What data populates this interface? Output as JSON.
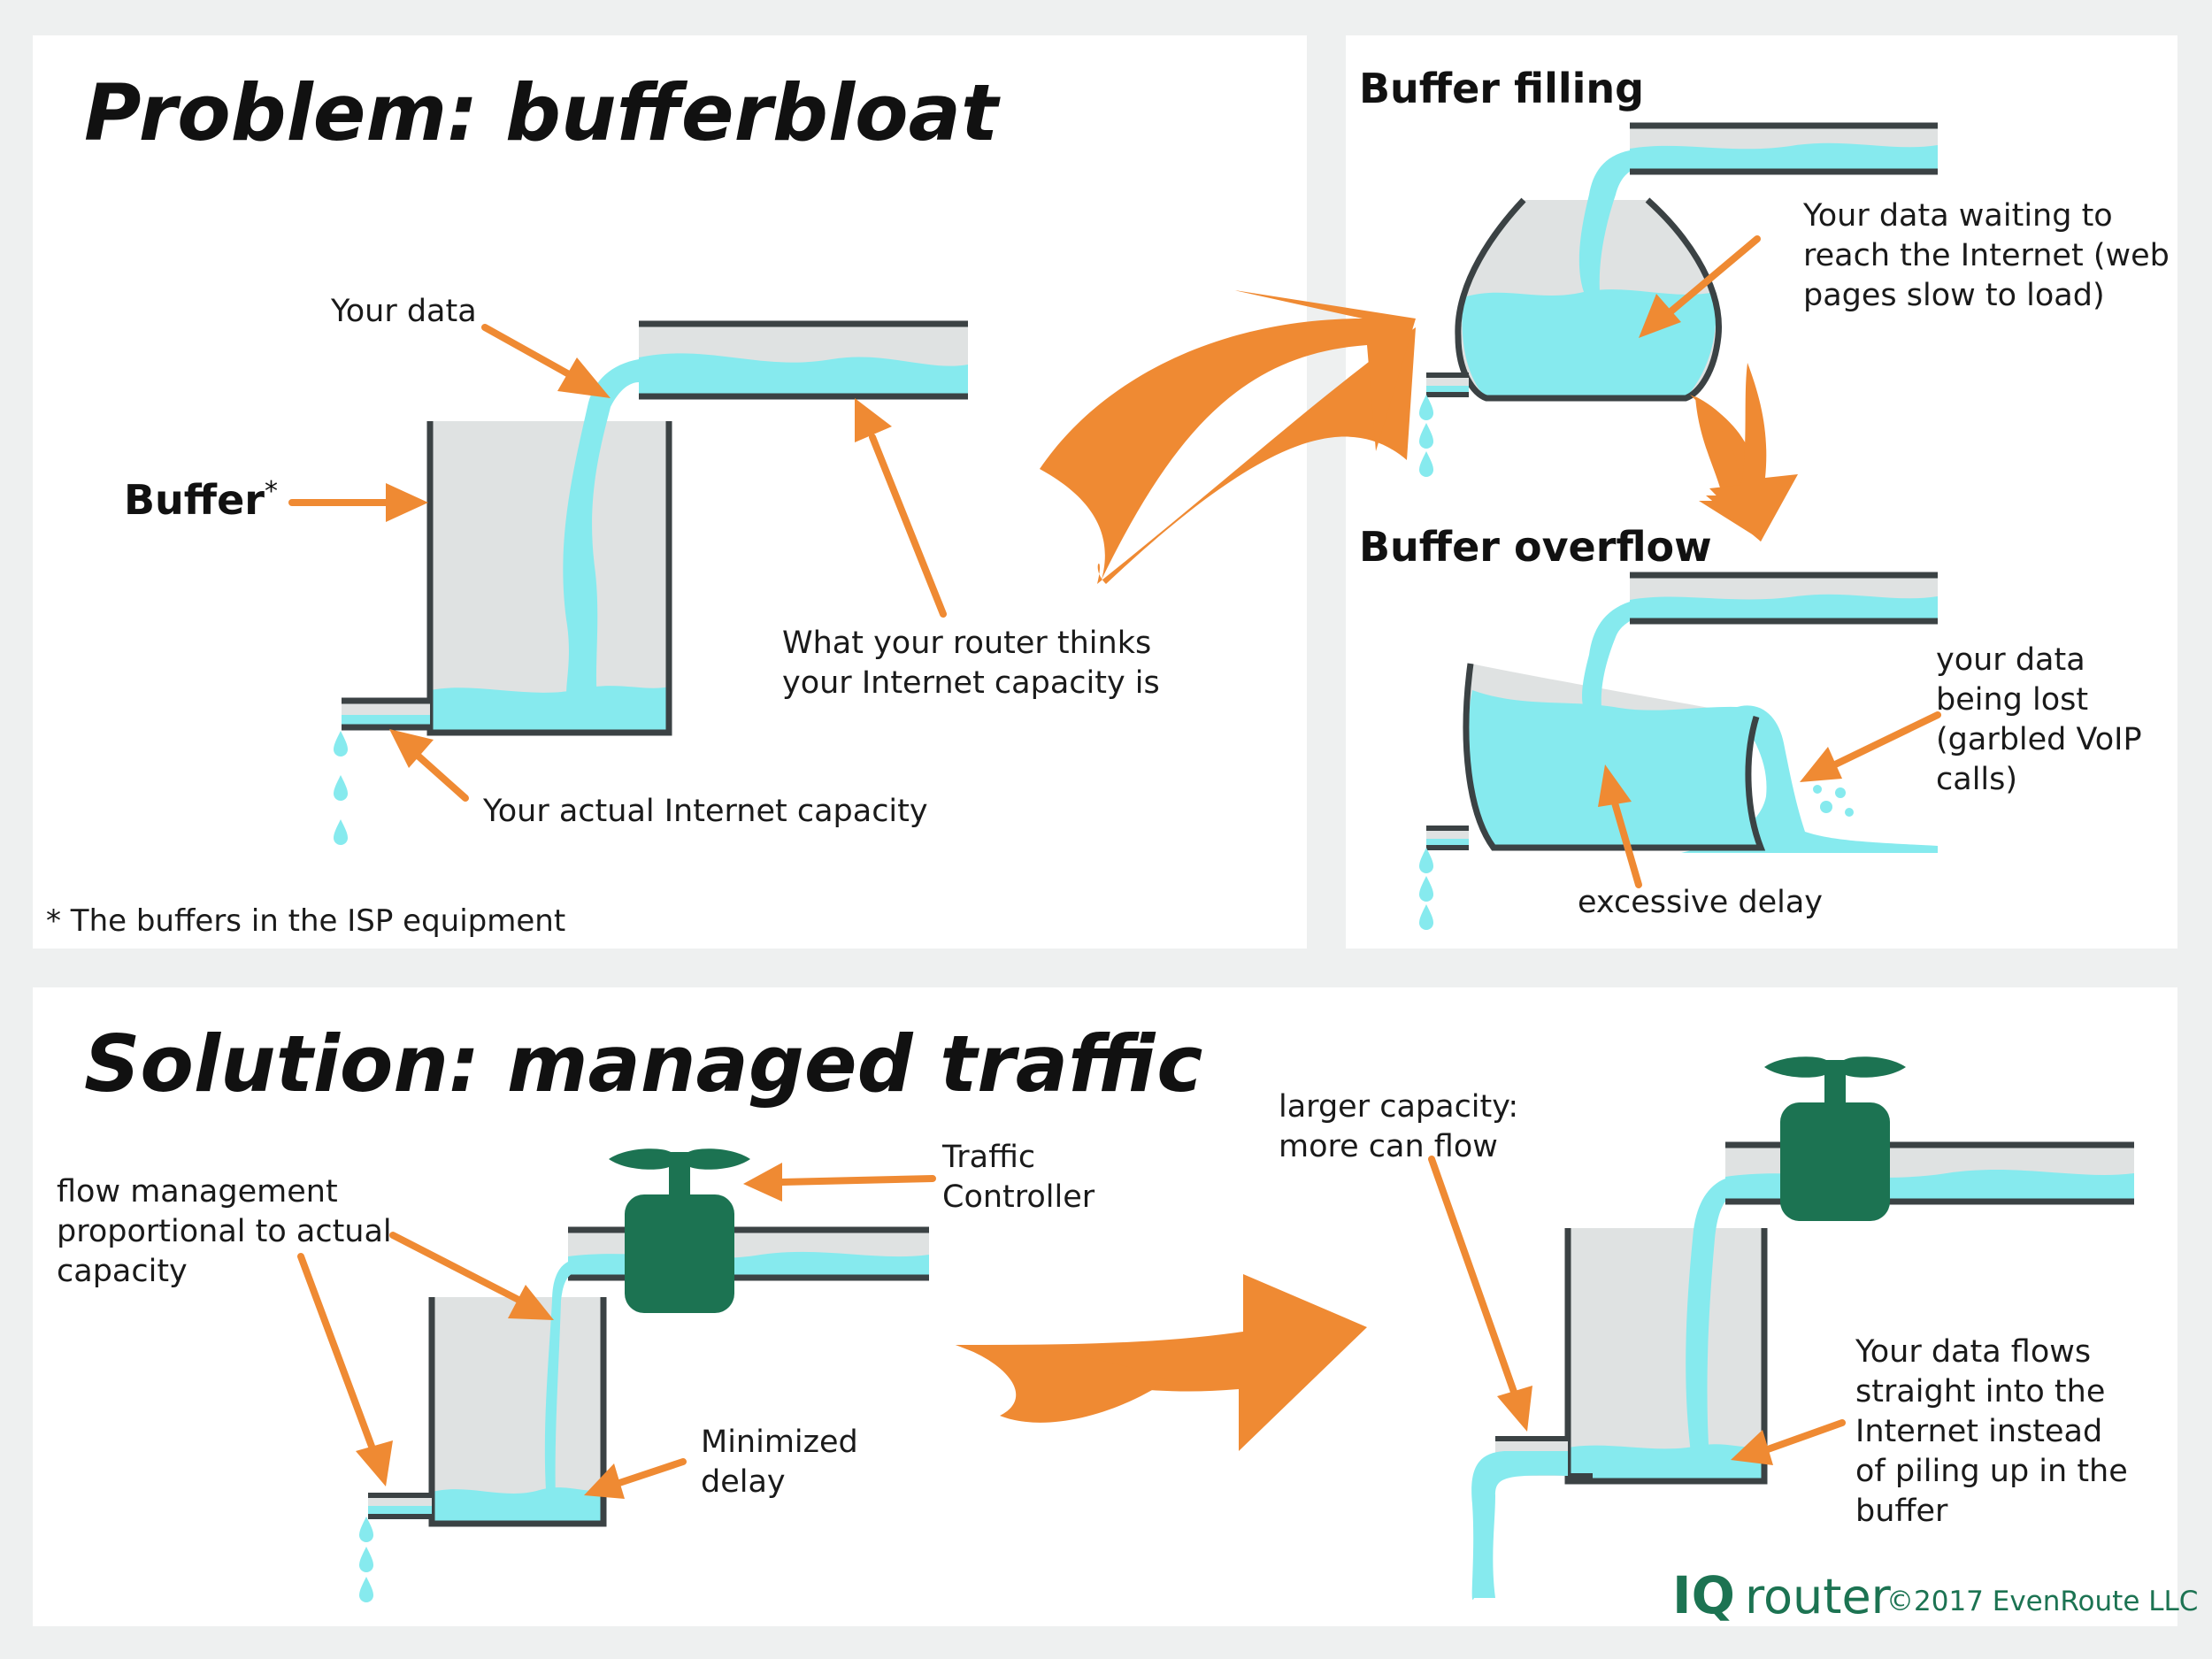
{
  "problem": {
    "title": "Problem: bufferbloat",
    "your_data": "Your data",
    "buffer": "Buffer",
    "buffer_asterisk": "*",
    "router_thinks_line1": "What your router thinks",
    "router_thinks_line2": "your Internet capacity is",
    "actual_capacity": "Your actual Internet capacity",
    "footnote": "* The buffers in the ISP equipment"
  },
  "filling": {
    "title": "Buffer filling",
    "waiting_line1": "Your data waiting to",
    "waiting_line2": "reach the Internet (web",
    "waiting_line3": "pages slow to load)"
  },
  "overflow": {
    "title": "Buffer overflow",
    "lost_line1": "your data",
    "lost_line2": "being lost",
    "lost_line3": "(garbled VoIP",
    "lost_line4": "calls)",
    "excessive_delay": "excessive delay"
  },
  "solution": {
    "title": "Solution: managed traffic",
    "flow_mgmt_line1": "flow management",
    "flow_mgmt_line2": "proportional to actual",
    "flow_mgmt_line3": "capacity",
    "traffic_line1": "Traffic",
    "traffic_line2": "Controller",
    "minimized_line1": "Minimized",
    "minimized_line2": "delay",
    "larger_line1": "larger capacity:",
    "larger_line2": "more can flow",
    "flows_line1": "Your data flows",
    "flows_line2": "straight into the",
    "flows_line3": "Internet instead",
    "flows_line4": "of piling up in the",
    "flows_line5": "buffer"
  },
  "brand": {
    "logo_iq": "IQ",
    "logo_router": "router",
    "copyright": "©2017 EvenRoute LLC"
  },
  "colors": {
    "water": "#86eaee",
    "orange": "#ef8a33",
    "valve": "#1c7352",
    "buffer_fill": "#dfe2e2",
    "outline": "#3b4244"
  }
}
